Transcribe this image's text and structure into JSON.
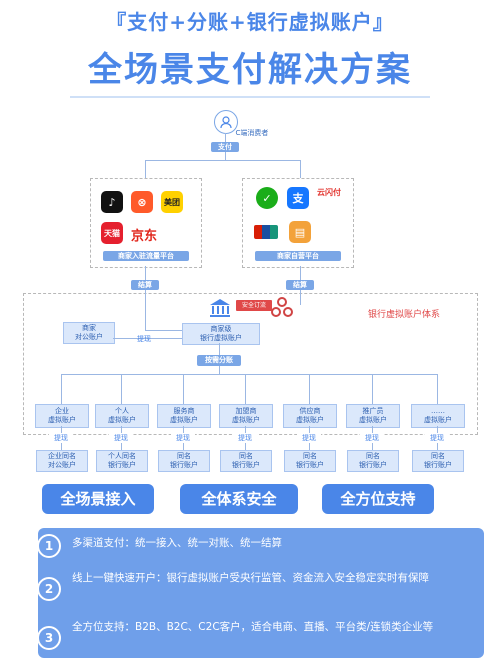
{
  "header": {
    "subtitle": "『支付+分账+银行虚拟账户』",
    "title": "全场景支付解决方案"
  },
  "diagram": {
    "consumer_label": "C端消费者",
    "pay_label": "支付",
    "left_platform": {
      "apps": [
        {
          "name": "TikTok",
          "icon": "tiktok-icon",
          "color": "#111111"
        },
        {
          "name": "快手",
          "icon": "kuaishou-icon",
          "color": "#ff5a2a"
        },
        {
          "name": "美团",
          "icon": "meituan-icon",
          "color": "#ffd100"
        },
        {
          "name": "天猫",
          "icon": "tmall-icon",
          "color": "#e5202e"
        },
        {
          "name": "京东",
          "icon": "jd-icon",
          "color": "#e1251b"
        }
      ],
      "label": "商家入驻流量平台"
    },
    "right_platform": {
      "apps": [
        {
          "name": "WeChat Pay",
          "icon": "wechat-pay-icon",
          "color": "#1aad19"
        },
        {
          "name": "支",
          "icon": "alipay-icon",
          "color": "#1677ff"
        },
        {
          "name": "云闪付",
          "icon": "unionpay-quickpass-icon",
          "color": "#e2342e"
        },
        {
          "name": "UnionPay",
          "icon": "unionpay-icon",
          "color": "#d81e06"
        },
        {
          "name": "card",
          "icon": "card-icon",
          "color": "#f3a23a"
        }
      ],
      "label": "商家自营平台"
    },
    "settle_left": "结算",
    "settle_right": "结算",
    "merchant_public": "商家\n对公账户",
    "withdraw": "提现",
    "merchant_bank_virtual": "商家级\n银行虚拟账户",
    "safe_tag": "安全订流",
    "system_title": "银行虚拟账户体系",
    "split_label": "按需分账",
    "sub_accounts": [
      "企业\n虚拟账户",
      "个人\n虚拟账户",
      "服务商\n虚拟账户",
      "加盟商\n虚拟账户",
      "供应商\n虚拟账户",
      "推广员\n虚拟账户",
      "……\n虚拟账户"
    ],
    "withdraw_small": "提现",
    "bottom_accounts": [
      "企业同名\n对公账户",
      "个人同名\n银行账户",
      "同名\n银行账户",
      "同名\n银行账户",
      "同名\n银行账户",
      "同名\n银行账户",
      "同名\n银行账户"
    ]
  },
  "features": [
    "全场景接入",
    "全体系安全",
    "全方位支持"
  ],
  "bullets": [
    {
      "num": "1",
      "text": "多渠道支付：统一接入、统一对账、统一结算"
    },
    {
      "num": "2",
      "text": "线上一键快速开户：银行虚拟账户受央行监管、资金流入安全稳定实时有保障"
    },
    {
      "num": "3",
      "text": "全方位支持：B2B、B2C、C2C客户，适合电商、直播、平台类/连锁类企业等"
    }
  ]
}
